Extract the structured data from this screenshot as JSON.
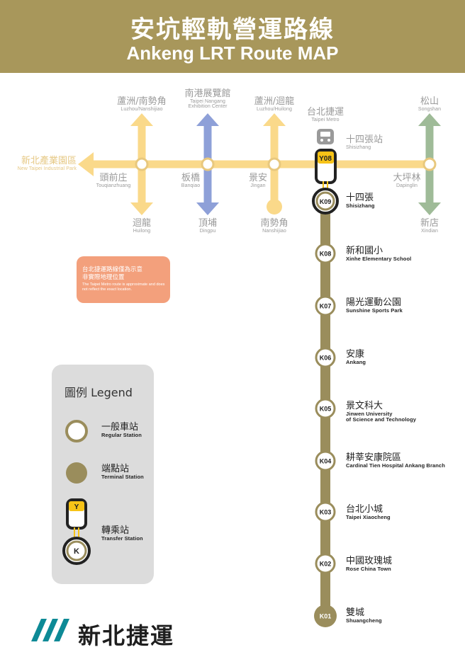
{
  "header": {
    "title_zh": "安坑輕軌營運路線",
    "title_en": "Ankeng LRT Route MAP"
  },
  "colors": {
    "header_bg": "#a8975b",
    "ankeng_line": "#9a8d5c",
    "circular_line": "#fad98a",
    "bannan_line": "#8ea0d8",
    "songshan_line": "#9fbb98",
    "transfer_yellow": "#f7c317",
    "note_bg": "#f3a07c",
    "legend_bg": "#dcdcdc",
    "logo_teal": "#0d8a96"
  },
  "metro": {
    "new_taipei_industrial_park": {
      "zh": "新北產業園區",
      "en": "New Taipei Industrial Park"
    },
    "touqianzhuang": {
      "zh": "頭前庄",
      "en": "Touqianzhuang"
    },
    "banqiao": {
      "zh": "板橋",
      "en": "Banqiao"
    },
    "jingan": {
      "zh": "景安",
      "en": "Jingan"
    },
    "dapinglin": {
      "zh": "大坪林",
      "en": "Dapinglin"
    },
    "luzhou_nanshijiao": {
      "zh": "蘆洲/南勢角",
      "en": "Luzhou/Nanshijiao"
    },
    "nangang_exhibition": {
      "zh": "南港展覽館",
      "en1": "Taipei Nangang",
      "en2": "Exhibition Center"
    },
    "luzhou_huilong": {
      "zh": "蘆洲/迴龍",
      "en": "Luzhou/Huilong"
    },
    "taipei_metro": {
      "zh": "台北捷運",
      "en": "Taipei Metro"
    },
    "shisizhang_y": {
      "zh": "十四張站",
      "en": "Shisizhang"
    },
    "songshan": {
      "zh": "松山",
      "en": "Songshan"
    },
    "huilong": {
      "zh": "迴龍",
      "en": "Huilong"
    },
    "dingpu": {
      "zh": "頂埔",
      "en": "Dingpu"
    },
    "nanshijiao": {
      "zh": "南勢角",
      "en": "Nanshijiao"
    },
    "xindian": {
      "zh": "新店",
      "en": "Xindian"
    }
  },
  "transfer_codes": {
    "y": "Y08",
    "k": "K09"
  },
  "stations": [
    {
      "code": "K09",
      "zh": "十四張",
      "en": "Shisizhang"
    },
    {
      "code": "K08",
      "zh": "新和國小",
      "en": "Xinhe Elementary School"
    },
    {
      "code": "K07",
      "zh": "陽光運動公園",
      "en": "Sunshine Sports Park"
    },
    {
      "code": "K06",
      "zh": "安康",
      "en": "Ankang"
    },
    {
      "code": "K05",
      "zh": "景文科大",
      "en": "Jinwen University",
      "en2": "of Science and Technology"
    },
    {
      "code": "K04",
      "zh": "耕莘安康院區",
      "en": "Cardinal Tien Hospital Ankang Branch"
    },
    {
      "code": "K03",
      "zh": "台北小城",
      "en": "Taipei Xiaocheng"
    },
    {
      "code": "K02",
      "zh": "中國玫瑰城",
      "en": "Rose China Town"
    },
    {
      "code": "K01",
      "zh": "雙城",
      "en": "Shuangcheng"
    }
  ],
  "note": {
    "zh": "台北捷運路線僅為示意\n非實際地理位置",
    "en": "The Taipei Metro route is approximate and does not reflect the exact location."
  },
  "legend": {
    "title": "圖例 Legend",
    "regular": {
      "zh": "一般車站",
      "en": "Regular Station"
    },
    "terminal": {
      "zh": "端點站",
      "en": "Terminal Station"
    },
    "transfer": {
      "zh": "轉乘站",
      "en": "Transfer Station"
    },
    "icon_y": "Y",
    "icon_k": "K"
  },
  "footer": {
    "org_name": "新北捷運"
  },
  "icons": [
    "train-icon",
    "metro-logo-icon"
  ]
}
